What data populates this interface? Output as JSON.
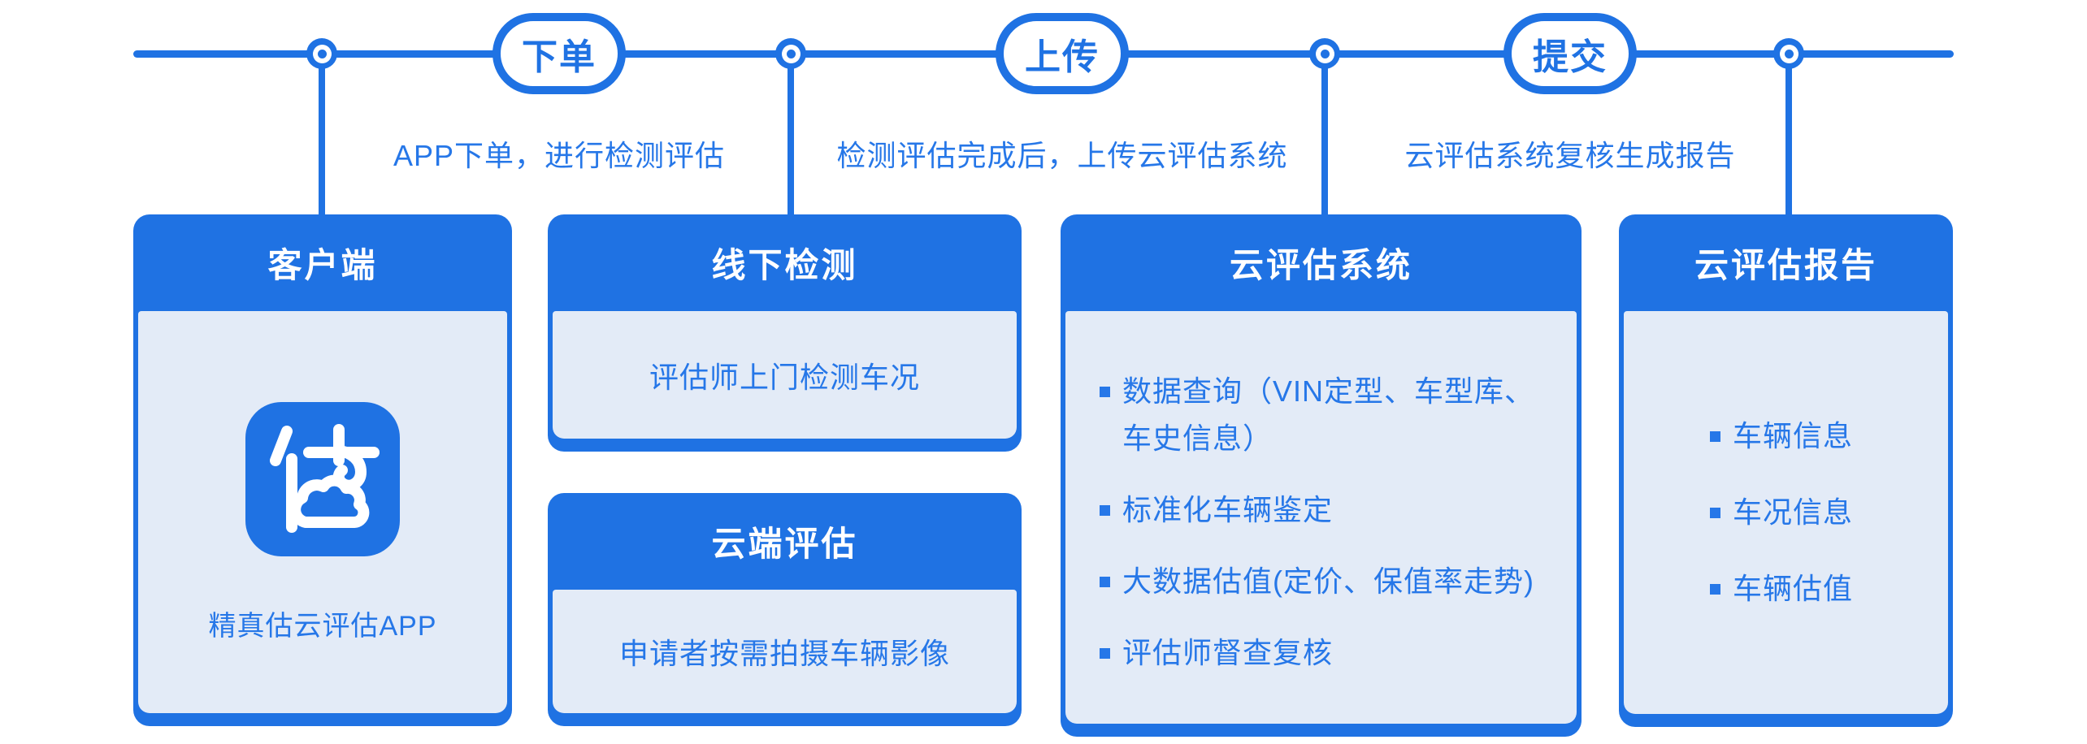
{
  "colors": {
    "primary_blue": "#1f72e3",
    "panel_light": "#e3ebf7",
    "text_blue": "#2677e8",
    "white": "#ffffff"
  },
  "timeline": {
    "stages": [
      {
        "label": "下单",
        "description": "APP下单，进行检测评估"
      },
      {
        "label": "上传",
        "description": "检测评估完成后，上传云评估系统"
      },
      {
        "label": "提交",
        "description": "云评估系统复核生成报告"
      }
    ]
  },
  "cards": [
    {
      "title": "客户端",
      "app_label": "精真估云评估APP",
      "icon": "gu-app-icon"
    },
    {
      "title": "线下检测",
      "body": "评估师上门检测车况"
    },
    {
      "title": "云端评估",
      "body": "申请者按需拍摄车辆影像"
    },
    {
      "title": "云评估系统",
      "bullets": [
        "数据查询（VIN定型、车型库、车史信息）",
        "标准化车辆鉴定",
        "大数据估值(定价、保值率走势)",
        "评估师督查复核"
      ]
    },
    {
      "title": "云评估报告",
      "bullets": [
        "车辆信息",
        "车况信息",
        "车辆估值"
      ]
    }
  ]
}
